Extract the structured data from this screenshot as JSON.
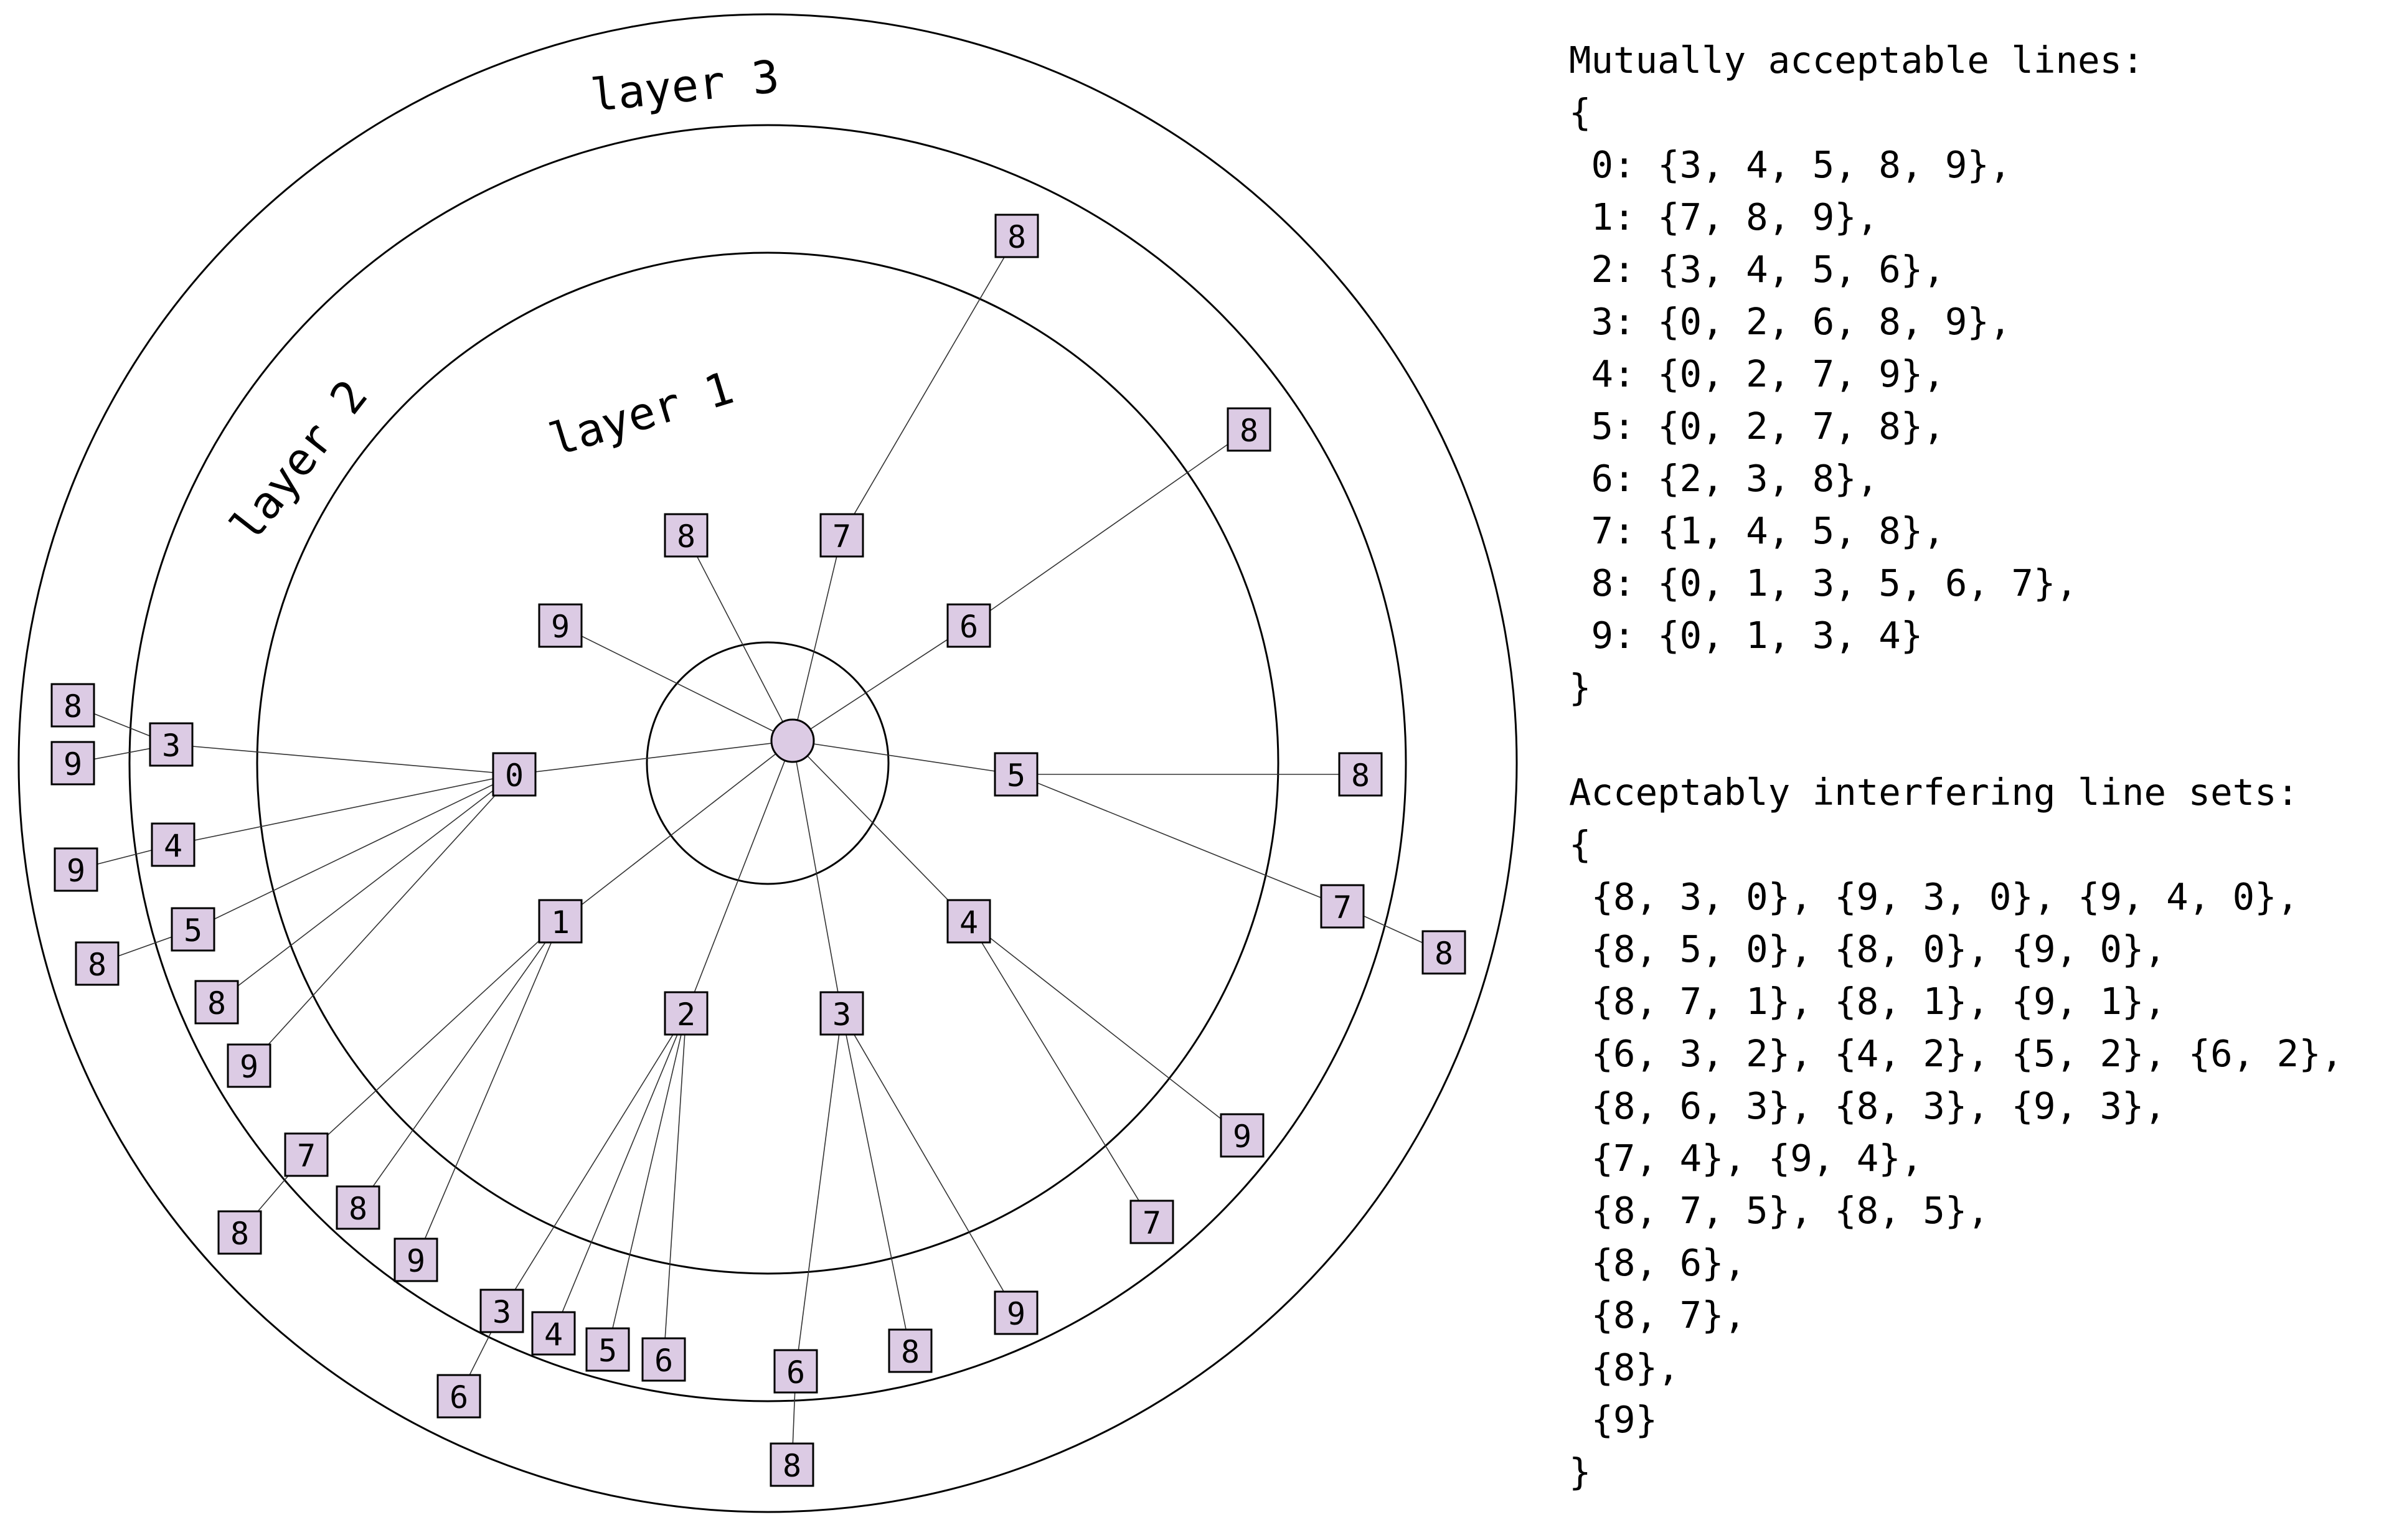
{
  "colors": {
    "node_fill": "#dccbe4",
    "stroke": "#000000",
    "background": "#ffffff"
  },
  "diagram": {
    "layer_labels": [
      "layer 1",
      "layer 2",
      "layer 3"
    ],
    "center_label": "",
    "nodes": [
      {
        "id": "n0",
        "label": "0"
      },
      {
        "id": "n1",
        "label": "1"
      },
      {
        "id": "n2",
        "label": "2"
      },
      {
        "id": "n3",
        "label": "3"
      },
      {
        "id": "n4",
        "label": "4"
      },
      {
        "id": "n5",
        "label": "5"
      },
      {
        "id": "n6",
        "label": "6"
      },
      {
        "id": "n7",
        "label": "7"
      },
      {
        "id": "n8",
        "label": "8"
      },
      {
        "id": "n9",
        "label": "9"
      },
      {
        "id": "n0_3",
        "label": "3"
      },
      {
        "id": "n0_3_8",
        "label": "8"
      },
      {
        "id": "n0_3_9",
        "label": "9"
      },
      {
        "id": "n0_4",
        "label": "4"
      },
      {
        "id": "n0_4_9",
        "label": "9"
      },
      {
        "id": "n0_5",
        "label": "5"
      },
      {
        "id": "n0_5_8",
        "label": "8"
      },
      {
        "id": "n0_8",
        "label": "8"
      },
      {
        "id": "n0_9",
        "label": "9"
      },
      {
        "id": "n1_7",
        "label": "7"
      },
      {
        "id": "n1_7_8",
        "label": "8"
      },
      {
        "id": "n1_8",
        "label": "8"
      },
      {
        "id": "n1_9",
        "label": "9"
      },
      {
        "id": "n2_3",
        "label": "3"
      },
      {
        "id": "n2_3_6",
        "label": "6"
      },
      {
        "id": "n2_4",
        "label": "4"
      },
      {
        "id": "n2_5",
        "label": "5"
      },
      {
        "id": "n2_6",
        "label": "6"
      },
      {
        "id": "n3_6",
        "label": "6"
      },
      {
        "id": "n3_6_8",
        "label": "8"
      },
      {
        "id": "n3_8",
        "label": "8"
      },
      {
        "id": "n3_9",
        "label": "9"
      },
      {
        "id": "n4_9",
        "label": "9"
      },
      {
        "id": "n4_7",
        "label": "7"
      },
      {
        "id": "n5_8",
        "label": "8"
      },
      {
        "id": "n5_7",
        "label": "7"
      },
      {
        "id": "n5_7_8",
        "label": "8"
      },
      {
        "id": "n6_8",
        "label": "8"
      },
      {
        "id": "n7_8",
        "label": "8"
      }
    ],
    "edges": [
      [
        "center",
        "n0"
      ],
      [
        "center",
        "n1"
      ],
      [
        "center",
        "n2"
      ],
      [
        "center",
        "n3"
      ],
      [
        "center",
        "n4"
      ],
      [
        "center",
        "n5"
      ],
      [
        "center",
        "n6"
      ],
      [
        "center",
        "n7"
      ],
      [
        "center",
        "n8"
      ],
      [
        "center",
        "n9"
      ],
      [
        "n0",
        "n0_3"
      ],
      [
        "n0_3",
        "n0_3_8"
      ],
      [
        "n0_3",
        "n0_3_9"
      ],
      [
        "n0",
        "n0_4"
      ],
      [
        "n0_4",
        "n0_4_9"
      ],
      [
        "n0",
        "n0_5"
      ],
      [
        "n0_5",
        "n0_5_8"
      ],
      [
        "n0",
        "n0_8"
      ],
      [
        "n0",
        "n0_9"
      ],
      [
        "n1",
        "n1_7"
      ],
      [
        "n1_7",
        "n1_7_8"
      ],
      [
        "n1",
        "n1_8"
      ],
      [
        "n1",
        "n1_9"
      ],
      [
        "n2",
        "n2_3"
      ],
      [
        "n2_3",
        "n2_3_6"
      ],
      [
        "n2",
        "n2_4"
      ],
      [
        "n2",
        "n2_5"
      ],
      [
        "n2",
        "n2_6"
      ],
      [
        "n3",
        "n3_6"
      ],
      [
        "n3_6",
        "n3_6_8"
      ],
      [
        "n3",
        "n3_8"
      ],
      [
        "n3",
        "n3_9"
      ],
      [
        "n4",
        "n4_9"
      ],
      [
        "n4",
        "n4_7"
      ],
      [
        "n5",
        "n5_8"
      ],
      [
        "n5",
        "n5_7"
      ],
      [
        "n5_7",
        "n5_7_8"
      ],
      [
        "n6",
        "n6_8"
      ],
      [
        "n7",
        "n7_8"
      ]
    ]
  },
  "text_panel": {
    "mutual_heading": "Mutually acceptable lines:",
    "mutual_open": "{",
    "mutual_lines": [
      " 0: {3, 4, 5, 8, 9},",
      " 1: {7, 8, 9},",
      " 2: {3, 4, 5, 6},",
      " 3: {0, 2, 6, 8, 9},",
      " 4: {0, 2, 7, 9},",
      " 5: {0, 2, 7, 8},",
      " 6: {2, 3, 8},",
      " 7: {1, 4, 5, 8},",
      " 8: {0, 1, 3, 5, 6, 7},",
      " 9: {0, 1, 3, 4}"
    ],
    "mutual_close": "}",
    "interfering_heading": "Acceptably interfering line sets:",
    "interfering_open": "{",
    "interfering_lines": [
      " {8, 3, 0}, {9, 3, 0}, {9, 4, 0},",
      " {8, 5, 0}, {8, 0}, {9, 0},",
      " {8, 7, 1}, {8, 1}, {9, 1},",
      " {6, 3, 2}, {4, 2}, {5, 2}, {6, 2},",
      " {8, 6, 3}, {8, 3}, {9, 3},",
      " {7, 4}, {9, 4},",
      " {8, 7, 5}, {8, 5},",
      " {8, 6},",
      " {8, 7},",
      " {8},",
      " {9}"
    ],
    "interfering_close": "}"
  }
}
